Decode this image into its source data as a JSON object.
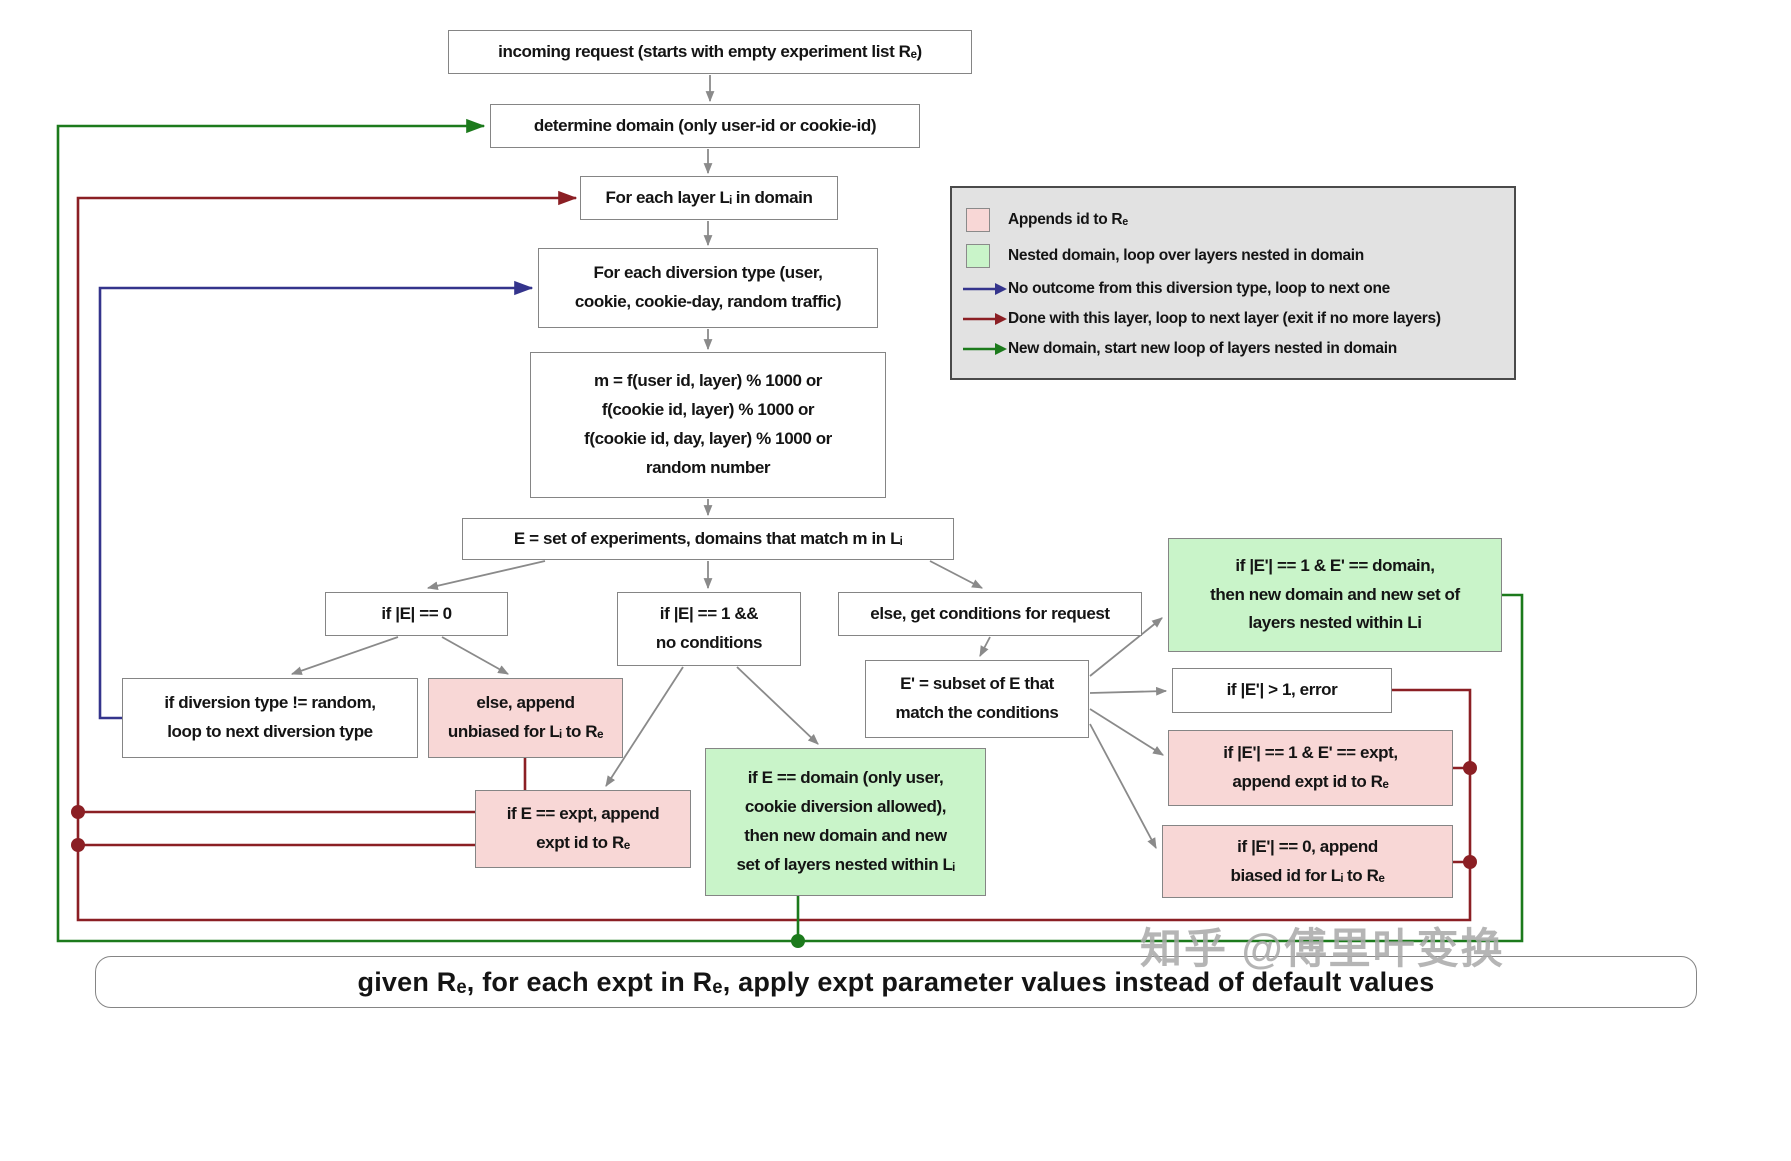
{
  "colors": {
    "box_border": "#858585",
    "pink_fill": "#f8d7d6",
    "green_fill": "#c9f4c9",
    "gray_arrow": "#8a8a8a",
    "navy_arrow": "#34348c",
    "darkred_arrow": "#8b1f24",
    "green_arrow": "#1c7a1c",
    "legend_bg": "#e2e2e2"
  },
  "nodes": {
    "incoming_request": "incoming request (starts with  empty experiment list Rₑ)",
    "determine_domain": "determine domain (only user-id or cookie-id)",
    "for_each_layer": "For each layer Lᵢ in domain",
    "for_each_diversion": "For each diversion type (user,\ncookie, cookie-day, random traffic)",
    "hash_mod": "m = f(user id, layer) % 1000 or\nf(cookie id, layer) % 1000 or\nf(cookie id, day, layer) % 1000 or\nrandom number",
    "experiment_set": "E = set of experiments, domains that match m in Lᵢ",
    "if_e_zero": "if |E| == 0",
    "if_e_one": "if |E| == 1 &&\nno conditions",
    "else_conditions": "else, get conditions for request",
    "diversion_loop": "if diversion type != random,\nloop to next diversion type",
    "append_unbiased": "else, append\nunbiased for Lᵢ to Rₑ",
    "append_expt": "if E == expt, append\nexpt id to Rₑ",
    "nested_domain": "if E == domain (only user,\ncookie diversion allowed),\nthen new domain and new\nset of layers nested within Lᵢ",
    "e_prime_subset": "E' = subset of E that\nmatch the conditions",
    "eprime_domain": "if |E'| == 1 & E' == domain,\nthen new domain and new set of\nlayers nested within Li",
    "eprime_error": "if |E'| > 1, error",
    "eprime_expt": "if |E'| == 1 & E' == expt,\nappend expt id to Rₑ",
    "eprime_biased": "if |E'| == 0, append\nbiased id for Lᵢ to Rₑ",
    "bottom_note": "given Rₑ, for each expt in Rₑ, apply expt parameter values instead of default values"
  },
  "legend": {
    "items": [
      {
        "icon": "pink-swatch",
        "label": "Appends id to Rₑ"
      },
      {
        "icon": "green-swatch",
        "label": "Nested domain, loop over layers nested in domain"
      },
      {
        "icon": "navy-arrow",
        "label": "No outcome from this diversion type, loop to next one"
      },
      {
        "icon": "darkred-arrow",
        "label": "Done with this layer, loop to next layer (exit if no more layers)"
      },
      {
        "icon": "green-arrow",
        "label": "New domain, start new loop of layers nested in domain"
      }
    ]
  },
  "watermark": "知乎 @傅里叶变换"
}
